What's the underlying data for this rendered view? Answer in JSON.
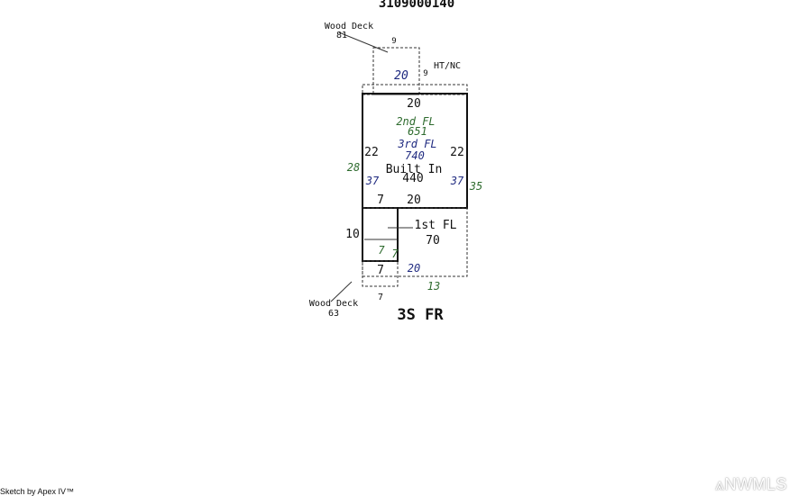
{
  "parcel_id": "3109000140",
  "subtitle": "3S FR",
  "colors": {
    "black": "#111111",
    "green": "#2e6b2e",
    "navy": "#1f2a80"
  },
  "labels": {
    "deck_top_name": "Wood Deck",
    "deck_top_area": "81",
    "deck_top_dim_a": "9",
    "deck_top_dim_b": "20",
    "deck_top_dim_c": "9",
    "htnc": "HT/NC",
    "top_width": "20",
    "fl2_name": "2nd FL",
    "fl2_area": "651",
    "fl3_name": "3rd FL",
    "fl3_area": "740",
    "left_dim": "22",
    "right_dim": "22",
    "outer_left": "28",
    "outer_right": "35",
    "built_in_name": "Built In",
    "built_in_area": "440",
    "inner_left": "37",
    "inner_right": "37",
    "mid_dim_a": "7",
    "mid_dim_b": "20",
    "fl1_name": "1st FL",
    "fl1_area": "70",
    "dim_10": "10",
    "small_a": "7",
    "small_b": "7",
    "dim_7_low": "7",
    "dim_20_low": "20",
    "dim_13": "13",
    "dim_7_bottom": "7",
    "deck_bottom_name": "Wood Deck",
    "deck_bottom_area": "63"
  },
  "footer": "Sketch by Apex IV™",
  "logo_text": "NWMLS"
}
